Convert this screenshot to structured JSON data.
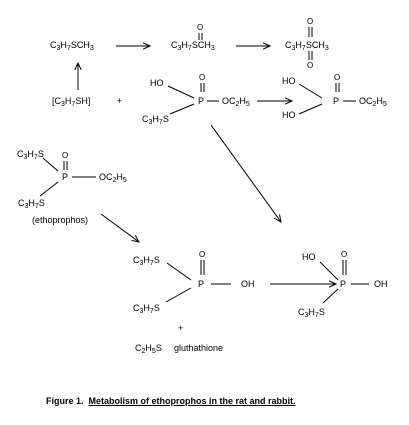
{
  "labels": {
    "r1_a": "C3H7SCH3",
    "r1_b": "C3H7SCH3",
    "r1_c": "C3H7SCH3",
    "thiol": "[C3H7SH]",
    "plus_1": "+",
    "mid_ho": "HO",
    "mid_c3h7s": "C3H7S",
    "mid_p": "P",
    "mid_oc2h5": "OC2H5",
    "r_ho_top": "HO",
    "r_ho_bot": "HO",
    "r_p": "P",
    "r_oc2h5": "OC2H5",
    "eth_c3h7s_top": "C3H7S",
    "eth_p": "P",
    "eth_oc2h5": "OC2H5",
    "eth_c3h7s_bot": "C3H7S",
    "ethoprophos": "(ethoprophos)",
    "b_c3h7s_top": "C3H7S",
    "b_p": "P",
    "b_oh": "OH",
    "b_c3h7s_bot": "C3H7S",
    "plus_2": "+",
    "c2h5s": "C2H5S",
    "gluthathione": "gluthathione",
    "br_ho": "HO",
    "br_p": "P",
    "br_oh": "OH",
    "br_c3h7s": "C3H7S",
    "o": "O"
  },
  "caption": {
    "prefix": "Figure 1.",
    "title": "Metabolism of ethoprophos in the rat and rabbit."
  }
}
